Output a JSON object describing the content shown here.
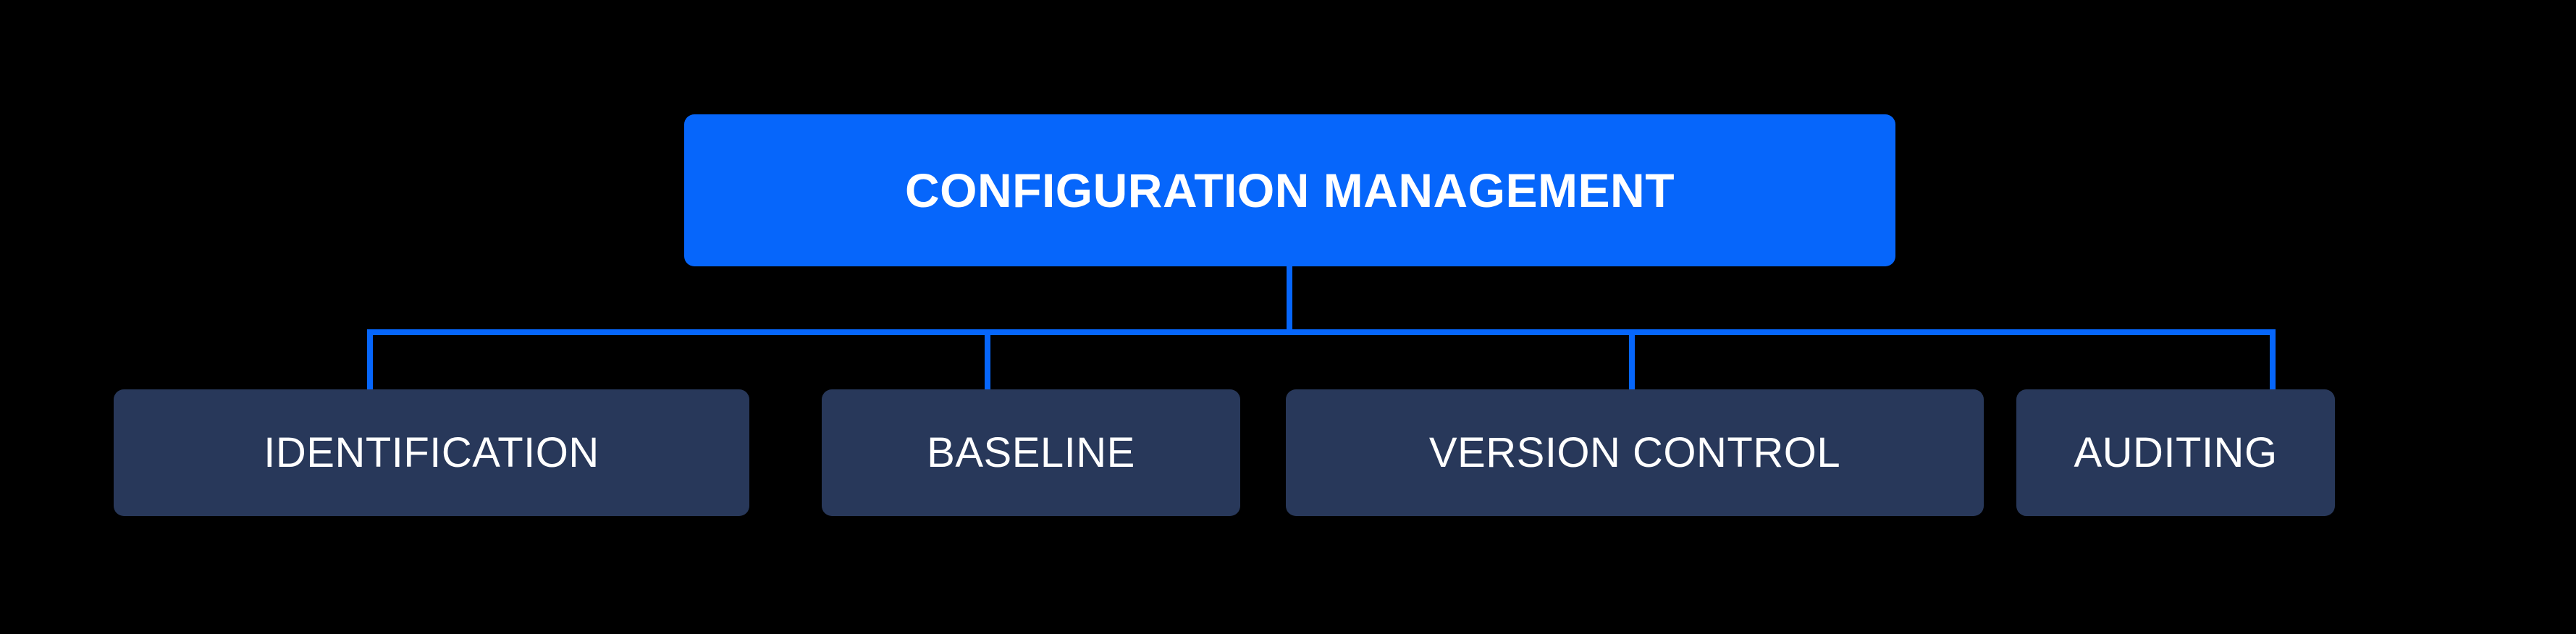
{
  "diagram": {
    "type": "hierarchy-tree",
    "title": "Configuration Management",
    "background_color": "#000000",
    "accent_color": "#0666fb",
    "node_color": "#28385a",
    "text_color": "#ffffff",
    "root": {
      "label": "CONFIGURATION MANAGEMENT"
    },
    "children": [
      {
        "label": "IDENTIFICATION"
      },
      {
        "label": "BASELINE"
      },
      {
        "label": "VERSION CONTROL"
      },
      {
        "label": "AUDITING"
      }
    ],
    "connectors": {
      "stem_label": "root-to-bus-connector",
      "bus_label": "horizontal-distribution-bus",
      "drop_labels": [
        "drop-to-identification",
        "drop-to-baseline",
        "drop-to-version-control",
        "drop-to-auditing"
      ]
    }
  }
}
